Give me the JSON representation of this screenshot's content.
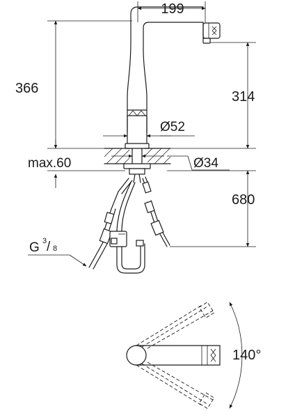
{
  "dimensions": {
    "top_width": "199",
    "total_height": "366",
    "spout_height": "314",
    "body_diameter": "Ø52",
    "max_thickness": "max.60",
    "hole_diameter": "Ø34",
    "hose_length": "680",
    "connection_thread_main": "G",
    "connection_thread_num": "3",
    "connection_thread_den": "8",
    "swivel_angle": "140°"
  },
  "colors": {
    "line": "#1a1a1a",
    "background": "#ffffff"
  }
}
